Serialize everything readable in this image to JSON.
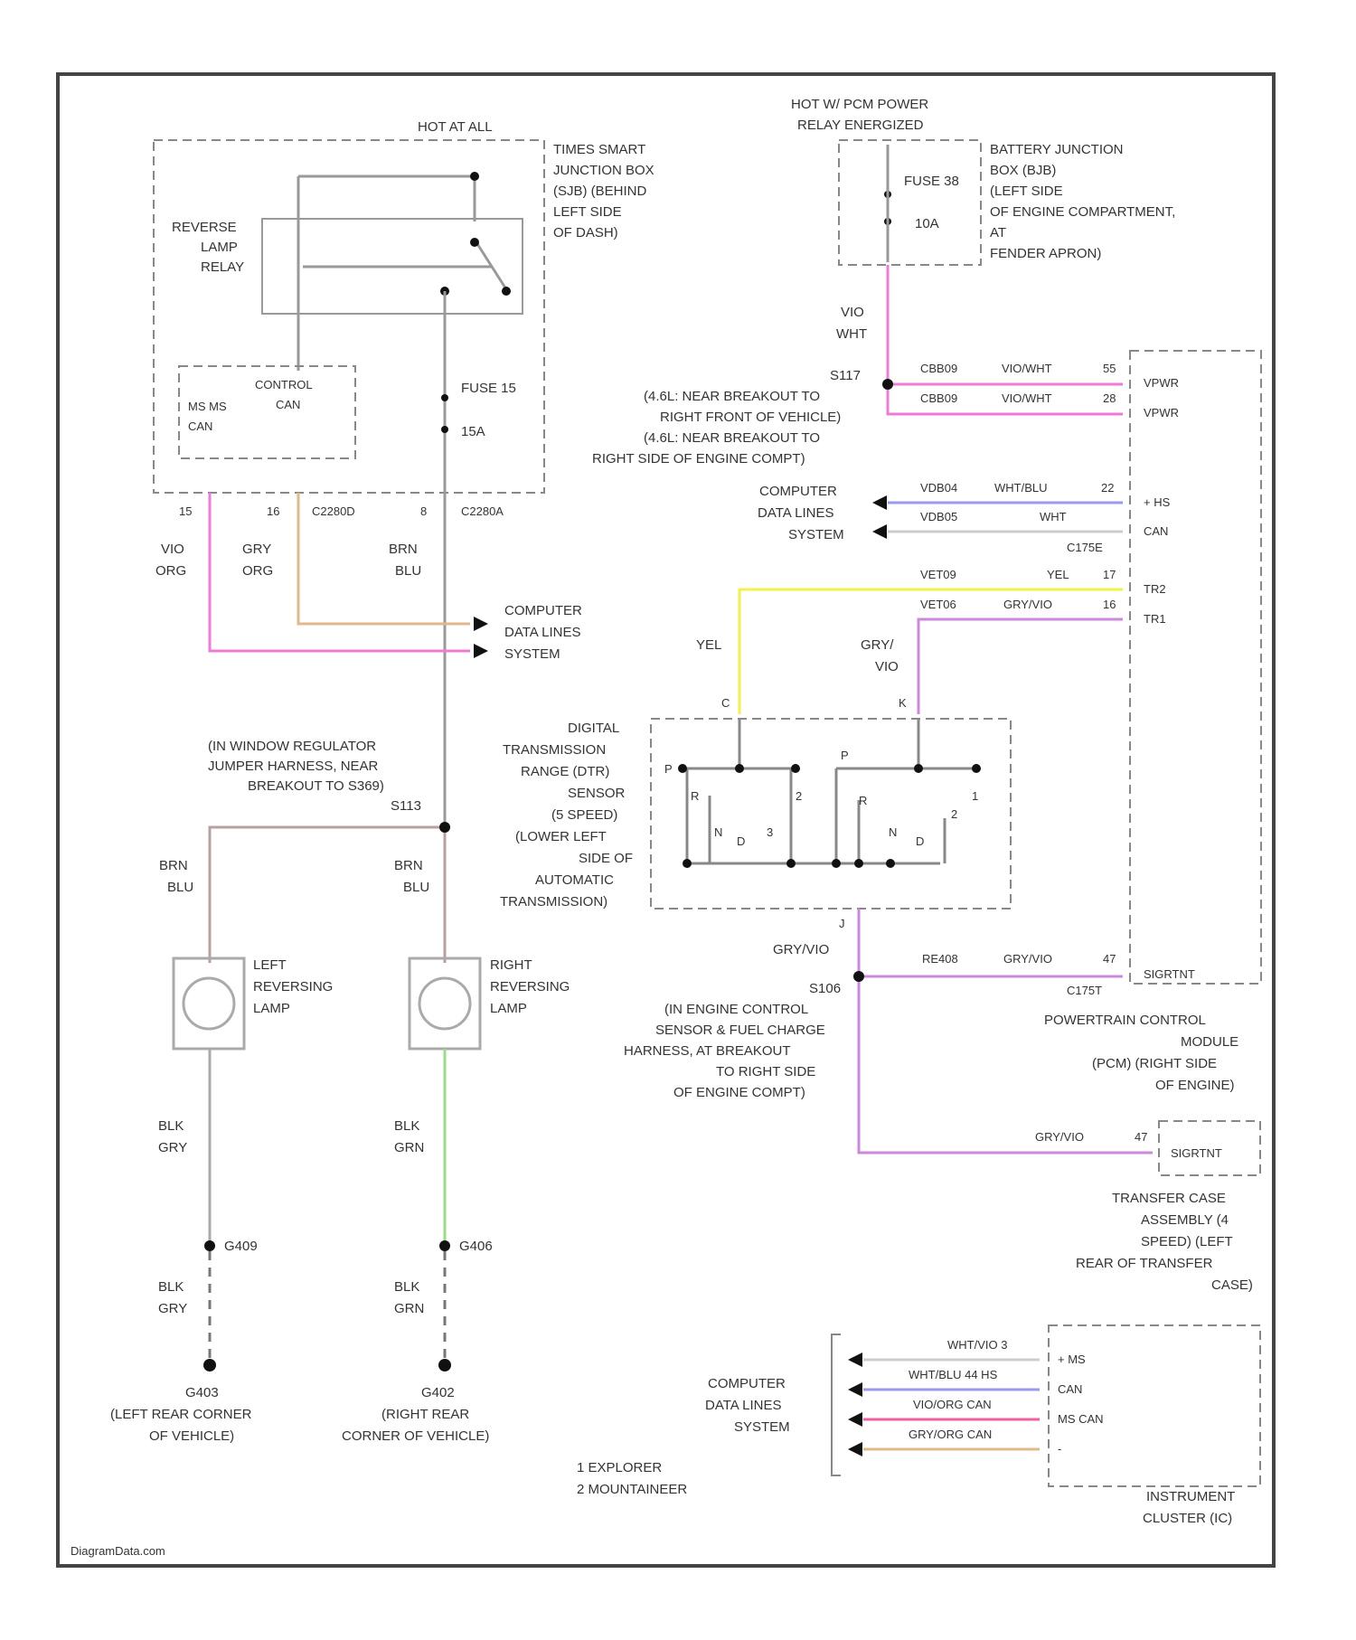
{
  "watermark": "DiagramData.com",
  "colors": {
    "pink": "#f07ad8",
    "yellow": "#f2f24a",
    "violet": "#cc88dd",
    "blue": "#9999ee",
    "tan": "#e0b88a",
    "green": "#99dd88",
    "gray": "#aaaaaa",
    "hotpink": "#f0609e"
  },
  "left": {
    "hot_at_all": "HOT AT ALL",
    "sjb": [
      "TIMES SMART",
      "JUNCTION BOX",
      "(SJB) (BEHIND",
      "LEFT SIDE",
      "OF DASH)"
    ],
    "relay": [
      "REVERSE",
      "LAMP",
      "RELAY"
    ],
    "ms_can": [
      "MS MS",
      "CAN"
    ],
    "control_can": [
      "CONTROL",
      "CAN"
    ],
    "fuse": [
      "FUSE 15",
      "15A"
    ],
    "pins": [
      "15",
      "16",
      "C2280D",
      "8",
      "C2280A"
    ],
    "wires": [
      [
        "VIO",
        "ORG"
      ],
      [
        "GRY",
        "ORG"
      ],
      [
        "BRN",
        "BLU"
      ]
    ],
    "cdl": [
      "COMPUTER",
      "DATA LINES",
      "SYSTEM"
    ],
    "splice": [
      "(IN WINDOW REGULATOR",
      "JUMPER HARNESS, NEAR",
      "BREAKOUT TO S369)",
      "S113"
    ],
    "lamp_l": {
      "wire_in": [
        "BRN",
        "BLU"
      ],
      "name": [
        "LEFT",
        "REVERSING",
        "LAMP"
      ],
      "wire_out": [
        "BLK",
        "GRY"
      ],
      "g": "G409",
      "g_lbl": [
        "G403",
        "(LEFT REAR CORNER",
        "OF VEHICLE)"
      ]
    },
    "lamp_r": {
      "wire_in": [
        "BRN",
        "BLU"
      ],
      "name": [
        "RIGHT",
        "REVERSING",
        "LAMP"
      ],
      "wire_out": [
        "BLK",
        "GRN"
      ],
      "g": "G406",
      "g_lbl": [
        "G402",
        "(RIGHT REAR",
        "CORNER OF VEHICLE)"
      ]
    },
    "legend": [
      "1   EXPLORER",
      "2   MOUNTAINEER"
    ]
  },
  "right": {
    "hot_pcm": [
      "HOT W/ PCM POWER",
      "RELAY ENERGIZED"
    ],
    "bjb": [
      "BATTERY JUNCTION",
      "BOX (BJB)",
      "(LEFT SIDE",
      "OF ENGINE COMPARTMENT,",
      "AT",
      "FENDER APRON)"
    ],
    "fuse": [
      "FUSE 38",
      "10A"
    ],
    "wire_vio_wht": [
      "VIO",
      "WHT"
    ],
    "splice_s": [
      "S117",
      "(4.6L: NEAR BREAKOUT TO",
      "RIGHT FRONT OF VEHICLE)",
      "(4.6L: NEAR BREAKOUT TO",
      "RIGHT SIDE OF ENGINE COMPT)"
    ],
    "pwr_rows": [
      {
        "ckt": "CBB09",
        "color": "VIO/WHT",
        "pin": "55",
        "fn": "VPWR"
      },
      {
        "ckt": "CBB09",
        "color": "VIO/WHT",
        "pin": "28",
        "fn": "VPWR"
      }
    ],
    "cdl": [
      "COMPUTER",
      "DATA LINES",
      "SYSTEM"
    ],
    "can_rows": [
      {
        "ckt": "VDB04",
        "color": "WHT/BLU",
        "pin": "22",
        "fn": "+ HS"
      },
      {
        "ckt": "VDB05",
        "color": "WHT",
        "pin": "",
        "fn": "CAN"
      }
    ],
    "conn": "C175E",
    "tr_rows": [
      {
        "ckt": "VET09",
        "color": "YEL",
        "pin": "17",
        "fn": "TR2"
      },
      {
        "ckt": "VET06",
        "color": "GRY/VIO",
        "pin": "16",
        "fn": "TR1"
      }
    ],
    "yel": "YEL",
    "gry_vio": [
      "GRY/",
      "VIO"
    ],
    "tr_pins": [
      "C",
      "K"
    ],
    "dtr": [
      "DIGITAL",
      "TRANSMISSION",
      "RANGE (DTR)",
      "SENSOR",
      "(5 SPEED)",
      "(LOWER LEFT",
      "SIDE OF",
      "AUTOMATIC",
      "TRANSMISSION)"
    ],
    "switch_marks": [
      "P",
      "R",
      "N",
      "D",
      "3",
      "2",
      "P",
      "R",
      "N",
      "D",
      "2",
      "1"
    ],
    "gry_vio2": "GRY/VIO",
    "dtr_pin": "J",
    "rear_row": {
      "ckt": "RE408",
      "color": "GRY/VIO",
      "pin": "47",
      "fn": "SIGRTNT",
      "conn": "C175T"
    },
    "s106": [
      "S106",
      "(IN ENGINE CONTROL",
      "SENSOR & FUEL CHARGE",
      "HARNESS, AT BREAKOUT",
      "TO RIGHT SIDE",
      "OF ENGINE COMPT)"
    ],
    "pcm": [
      "POWERTRAIN CONTROL",
      "MODULE",
      "(PCM) (RIGHT SIDE",
      "OF ENGINE)"
    ],
    "tcase_row": {
      "color": "GRY/VIO",
      "pin": "47",
      "fn": "SIGRTNT"
    },
    "tcase": [
      "TRANSFER CASE",
      "ASSEMBLY (4",
      "SPEED) (LEFT",
      "REAR OF TRANSFER",
      "CASE)"
    ],
    "ic_cdl": [
      "COMPUTER",
      "DATA LINES",
      "SYSTEM"
    ],
    "ic_rows": [
      {
        "color": "WHT/VIO 3",
        "fn": "+ MS"
      },
      {
        "color": "WHT/BLU 44 HS",
        "fn": "CAN"
      },
      {
        "color": "VIO/ORG CAN",
        "fn": "MS CAN"
      },
      {
        "color": "GRY/ORG CAN",
        "fn": "-"
      }
    ],
    "ic": [
      "INSTRUMENT",
      "CLUSTER (IC)"
    ]
  }
}
